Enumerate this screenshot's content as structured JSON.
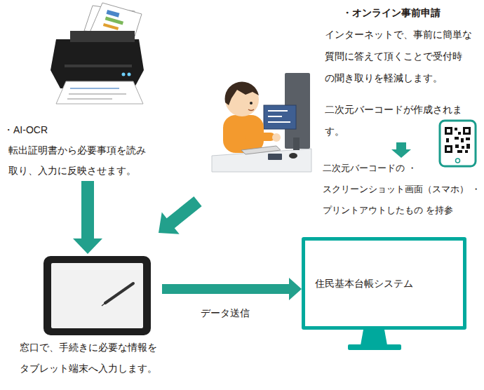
{
  "diagram": {
    "nodes": [
      {
        "text": [
          "・AI-OCR",
          "転出証明書から必要事項を読み 取り、入力に反映させます。"
        ]
      },
      {
        "text": [
          "・オンライン事前申請",
          "インターネットで、事前に簡単な 質問に答えて頂くことで受付時 の聞き取りを軽減します。",
          "二次元バーコードが作成されま す。"
        ]
      },
      {
        "text": [
          "二次元バーコードの ・スクリーンショット画面（スマホ） ・プリントアウトしたもの を持参"
        ]
      },
      {
        "text": [
          "窓口で、手続きに必要な情報を タブレット端末へ入力します。"
        ]
      },
      {
        "text": [
          "住民基本台帳システム"
        ]
      }
    ],
    "edges": [
      {
        "from": 0,
        "to": 3,
        "arrow": "to"
      },
      {
        "from": 1,
        "to": 2,
        "arrow": "to"
      },
      {
        "from": 3,
        "to": 4,
        "label": "データ送信",
        "arrow": "to"
      }
    ]
  }
}
